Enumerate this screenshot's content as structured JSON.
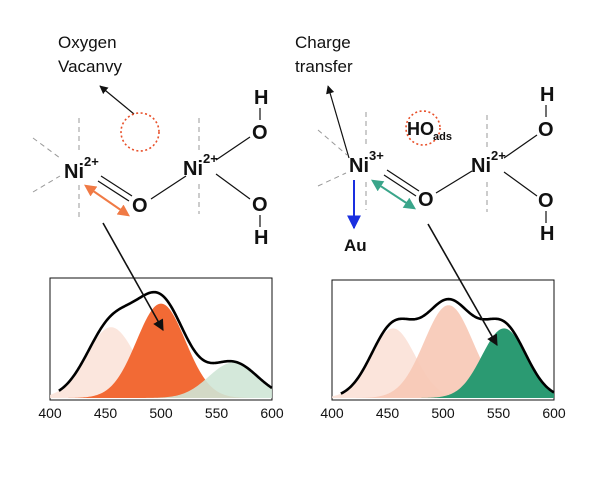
{
  "left_panel": {
    "caption_line1": "Oxygen",
    "caption_line2": "Vacanvy",
    "ni1": {
      "symbol": "Ni",
      "charge": "2+"
    },
    "ni2": {
      "symbol": "Ni",
      "charge": "2+"
    },
    "bridge_o": "O",
    "oh_top": {
      "h": "H",
      "o": "O"
    },
    "oh_bottom": {
      "o": "O",
      "h": "H"
    },
    "vacancy_color": "#e8502a",
    "arrow_color": "#f07a45"
  },
  "right_panel": {
    "caption_line1": "Charge",
    "caption_line2": "transfer",
    "ho_ads": {
      "base": "HO",
      "sub": "ads"
    },
    "ni1": {
      "symbol": "Ni",
      "charge": "3+"
    },
    "ni2": {
      "symbol": "Ni",
      "charge": "2+"
    },
    "bridge_o": "O",
    "oh_top": {
      "h": "H",
      "o": "O"
    },
    "oh_bottom": {
      "o": "O",
      "h": "H"
    },
    "au_label": "Au",
    "au_arrow_color": "#1a2fe0",
    "arrow_color": "#3aa58a"
  },
  "chart_data": [
    {
      "type": "area",
      "xlim": [
        400,
        600
      ],
      "x_ticks": [
        "400",
        "450",
        "500",
        "550",
        "600"
      ],
      "components": [
        {
          "center": 455,
          "width": 22,
          "amplitude": 0.6,
          "color": "#fbe3d9"
        },
        {
          "center": 500,
          "width": 22,
          "amplitude": 0.8,
          "color": "#f26a35"
        },
        {
          "center": 565,
          "width": 22,
          "amplitude": 0.3,
          "color": "#cfe5d6"
        }
      ],
      "highlighted_component": 1
    },
    {
      "type": "area",
      "xlim": [
        400,
        600
      ],
      "x_ticks": [
        "400",
        "450",
        "500",
        "550",
        "600"
      ],
      "components": [
        {
          "center": 455,
          "width": 20,
          "amplitude": 0.6,
          "color": "#fbe1d7"
        },
        {
          "center": 505,
          "width": 22,
          "amplitude": 0.8,
          "color": "#f7c8b5"
        },
        {
          "center": 555,
          "width": 20,
          "amplitude": 0.6,
          "color": "#2b9a72"
        }
      ],
      "highlighted_component": 2
    }
  ]
}
